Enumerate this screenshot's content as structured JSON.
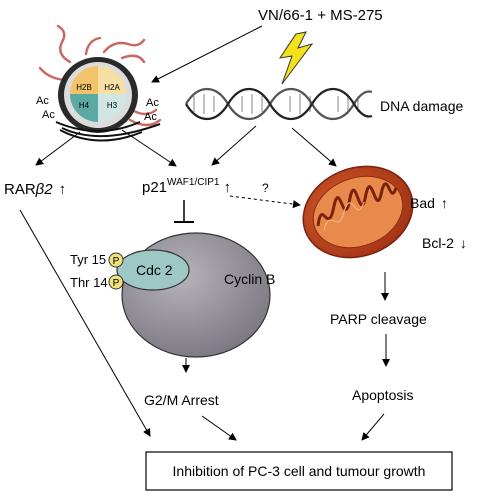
{
  "treatment": "VN/66-1 + MS-275",
  "nucleosome": {
    "histones": [
      "H2B",
      "H2A",
      "H4",
      "H3"
    ],
    "acetyl_label": "Ac"
  },
  "dna_damage": "DNA damage",
  "rar": {
    "prefix": "RAR",
    "beta": "β2",
    "arrow": "↑"
  },
  "p21": {
    "prefix": "p21",
    "sup": "WAF1/CIP1",
    "arrow": "↑"
  },
  "unknown_link": "?",
  "bad": {
    "label": "Bad",
    "arrow": "↑"
  },
  "bcl2": {
    "label": "Bcl-2",
    "arrow": "↓"
  },
  "complex": {
    "tyr": "Tyr 15",
    "thr": "Thr 14",
    "phospho": "P",
    "cdc2": "Cdc 2",
    "cyclin": "Cyclin B"
  },
  "parp": "PARP cleavage",
  "g2m": "G2/M Arrest",
  "apoptosis": "Apoptosis",
  "outcome": "Inhibition of PC-3 cell and tumour growth",
  "colors": {
    "h2b": "#f2c36b",
    "h2a": "#f5dfa3",
    "h4": "#5aa9a3",
    "h3": "#cfe6e3",
    "histone_tails": "#c9685f",
    "lightning": "#f3e21b",
    "cyclin_fill": "#8e8a92",
    "cdc2_fill": "#9ec8c4",
    "phospho_fill": "#f1e27a",
    "mito_outer": "#c1401e",
    "mito_inner": "#e88a4c"
  }
}
